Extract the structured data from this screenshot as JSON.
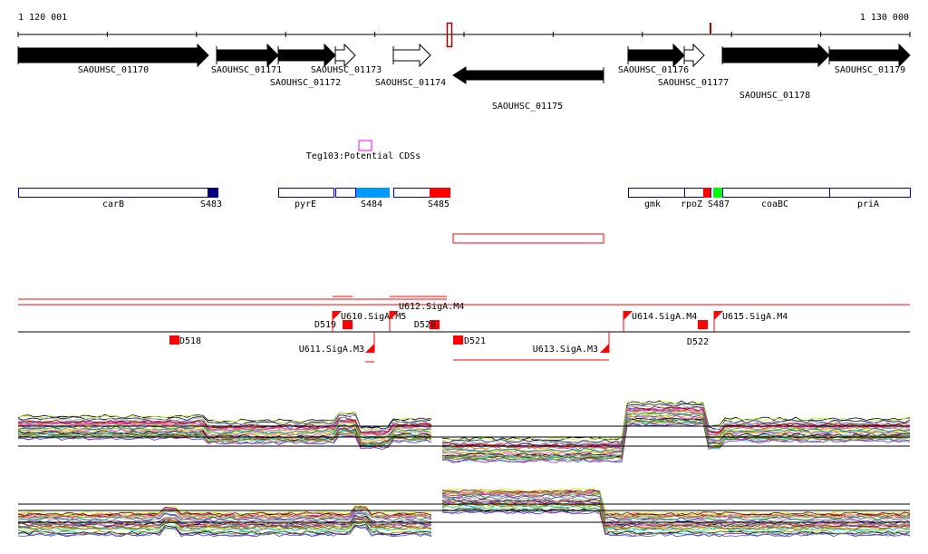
{
  "scale": {
    "start_label": "1 120 001",
    "end_label": "1 130 000"
  },
  "genes": [
    {
      "label": "SAOUHSC_01170",
      "strand": "+",
      "filled": true
    },
    {
      "label": "SAOUHSC_01171",
      "strand": "+",
      "filled": true
    },
    {
      "label": "SAOUHSC_01172",
      "strand": "+",
      "filled": true
    },
    {
      "label": "SAOUHSC_01173",
      "strand": "+",
      "filled": false
    },
    {
      "label": "SAOUHSC_01174",
      "strand": "+",
      "filled": false
    },
    {
      "label": "SAOUHSC_01175",
      "strand": "-",
      "filled": true
    },
    {
      "label": "SAOUHSC_01176",
      "strand": "+",
      "filled": true
    },
    {
      "label": "SAOUHSC_01177",
      "strand": "+",
      "filled": false
    },
    {
      "label": "SAOUHSC_01178",
      "strand": "+",
      "filled": true
    },
    {
      "label": "SAOUHSC_01179",
      "strand": "+",
      "filled": true
    }
  ],
  "potential_cds": {
    "label": "Teg103:Potential CDSs",
    "color": "#ff00ff"
  },
  "features": [
    {
      "label": "carB"
    },
    {
      "label": "S483",
      "color": "#000080"
    },
    {
      "label": "pyrE"
    },
    {
      "label": "S484",
      "color": "#0099ff"
    },
    {
      "label": "S485",
      "color": "#ff0000"
    },
    {
      "label": "gmk"
    },
    {
      "label": "rpoZ"
    },
    {
      "label": "S487",
      "color": "#00ff00"
    },
    {
      "label": "coaBC"
    },
    {
      "label": "priA"
    }
  ],
  "sites": [
    {
      "label": "D518"
    },
    {
      "label": "D519"
    },
    {
      "label": "U610.SigA.M5"
    },
    {
      "label": "U612.SigA.M4"
    },
    {
      "label": "D520"
    },
    {
      "label": "U611.SigA.M3"
    },
    {
      "label": "D521"
    },
    {
      "label": "U613.SigA.M3"
    },
    {
      "label": "U614.SigA.M4"
    },
    {
      "label": "D522"
    },
    {
      "label": "U615.SigA.M4"
    }
  ],
  "colors": {
    "feature_outline": "#0000cc",
    "annotation": "#ff0000"
  }
}
